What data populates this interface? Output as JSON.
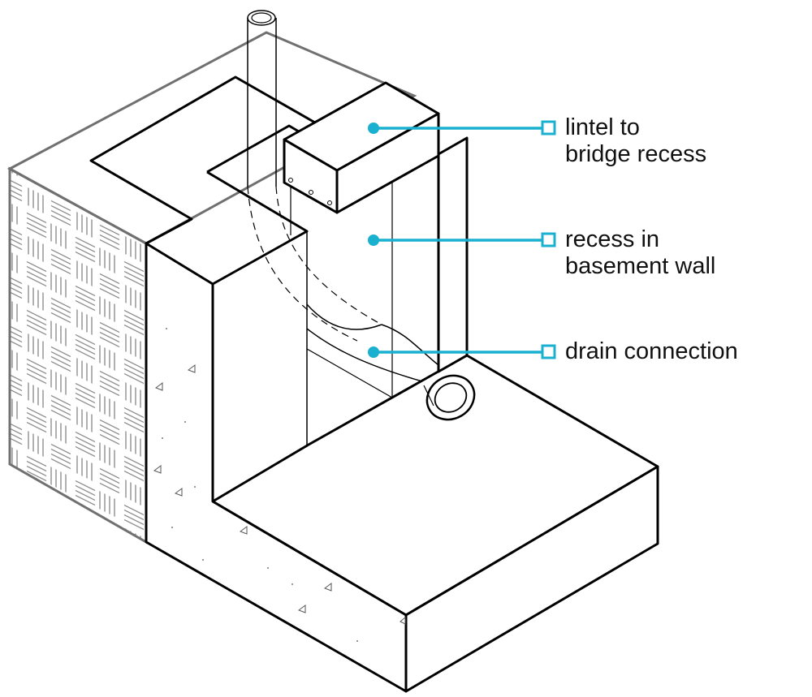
{
  "accent_color": "#1ab0d0",
  "labels": [
    {
      "id": "lintel",
      "lines": [
        "lintel to",
        "bridge recess"
      ]
    },
    {
      "id": "recess",
      "lines": [
        "recess in",
        "basement wall"
      ]
    },
    {
      "id": "drain",
      "lines": [
        "drain connection"
      ]
    }
  ]
}
